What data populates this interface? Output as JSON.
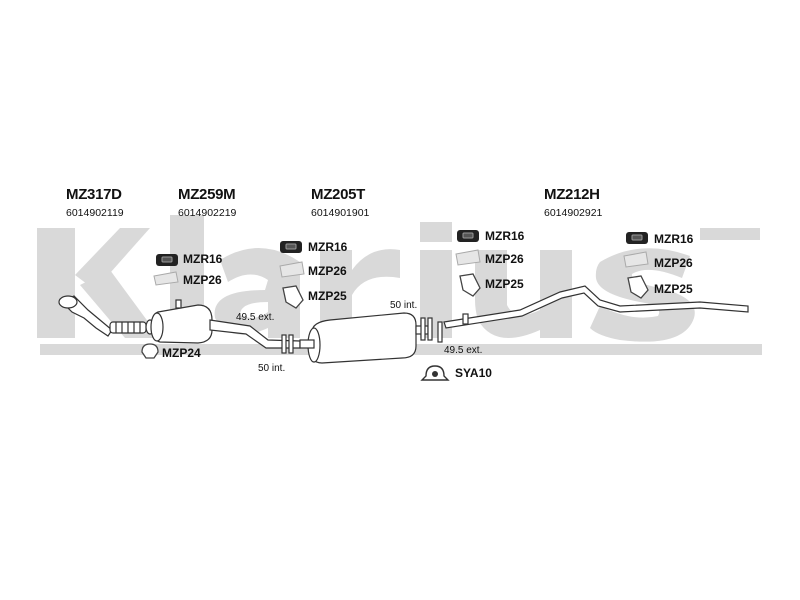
{
  "brand": {
    "watermark_text": "Klarius"
  },
  "parts": [
    {
      "code": "MZ317D",
      "number": "6014902119"
    },
    {
      "code": "MZ259M",
      "number": "6014902219"
    },
    {
      "code": "MZ205T",
      "number": "6014901901"
    },
    {
      "code": "MZ212H",
      "number": "6014902921"
    }
  ],
  "fittings": {
    "group1": [
      "MZR16",
      "MZP26",
      "MZP24"
    ],
    "group2": [
      "MZR16",
      "MZP26",
      "MZP25"
    ],
    "group3": [
      "MZR16",
      "MZP26",
      "MZP25"
    ],
    "group4": [
      "MZR16",
      "MZP26",
      "MZP25"
    ],
    "clamp": "SYA10"
  },
  "dimensions": {
    "d1": "49.5 ext.",
    "d2": "50 int.",
    "d3": "50 int.",
    "d4": "49.5 ext."
  },
  "colors": {
    "watermark": "#d9d9d9",
    "line": "#333333",
    "rubber": "#222222"
  }
}
